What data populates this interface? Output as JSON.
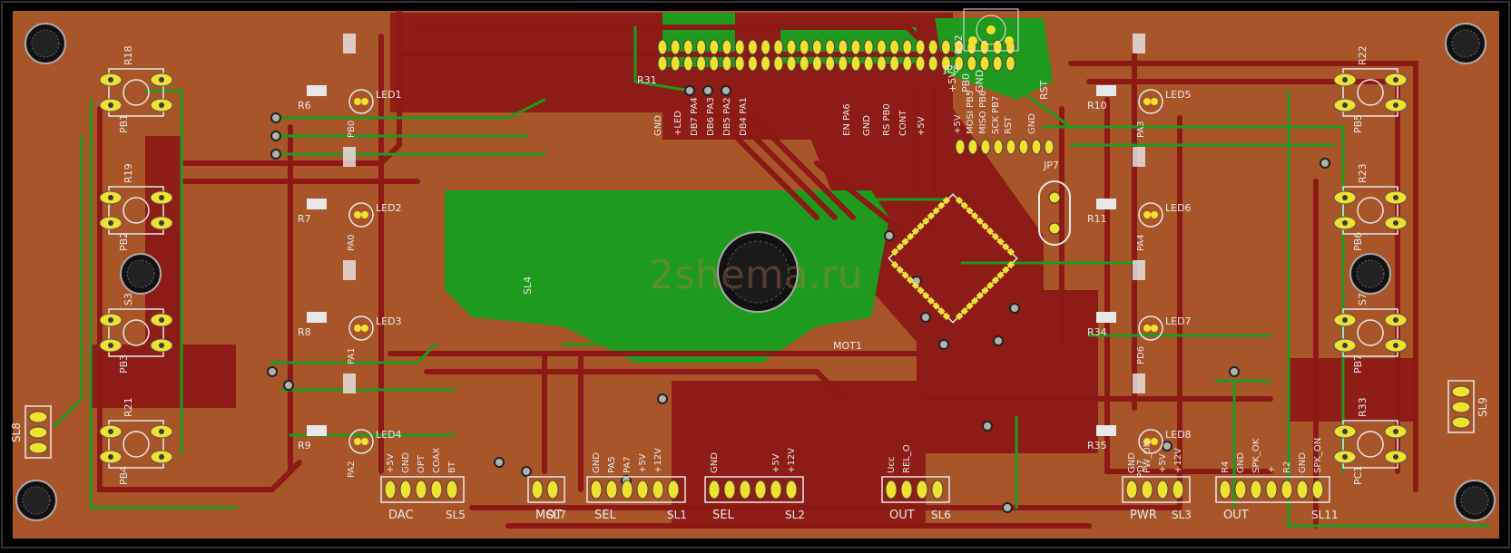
{
  "colors": {
    "background": "#000000",
    "board": "#a8552a",
    "board_dark": "#8a3a1c",
    "copper_top": "#8b1a14",
    "copper_bottom": "#1e9a1e",
    "silk": "#e8e8e8",
    "pad": "#f0e030",
    "pad_hole": "#3a3a3a",
    "via": "#b0b0b0"
  },
  "watermark": "2shema.ru",
  "buttons": [
    {
      "name": "PB1",
      "ref": "R18"
    },
    {
      "name": "PB2",
      "ref": "R19"
    },
    {
      "name": "PB3",
      "ref": "S3"
    },
    {
      "name": "PB4",
      "ref": "R21"
    },
    {
      "name": "PB5",
      "ref": "R22"
    },
    {
      "name": "PB6",
      "ref": "R23"
    },
    {
      "name": "PB7",
      "ref": "S7"
    },
    {
      "name": "PC1",
      "ref": "R33"
    }
  ],
  "leds": [
    {
      "name": "LED1",
      "net": "PB0",
      "res": "R6"
    },
    {
      "name": "LED2",
      "net": "PA0",
      "res": "R7"
    },
    {
      "name": "LED3",
      "net": "PA1",
      "res": "R8"
    },
    {
      "name": "LED4",
      "net": "PA2",
      "res": "R9"
    },
    {
      "name": "LED5",
      "net": "PA3",
      "res": "R10"
    },
    {
      "name": "LED6",
      "net": "PA4",
      "res": "R11"
    },
    {
      "name": "LED7",
      "net": "PD6",
      "res": "R34"
    },
    {
      "name": "LED8",
      "net": "PD7",
      "res": "R35"
    }
  ],
  "lcd_header": {
    "ref": "R31",
    "labels": [
      "GND",
      "+LED",
      "DB7 PA4",
      "DB6 PA3",
      "DB5 PA2",
      "DB4 PA1",
      "EN PA6",
      "GND",
      "RS PB0",
      "CONT",
      "+5V"
    ]
  },
  "isp_header": {
    "ref": "JP8",
    "labels": [
      "+5V",
      "MOSI PB5",
      "MISO PB6",
      "SCK PB7",
      "RST",
      "GND"
    ]
  },
  "crystal": "JP7",
  "misc_labels": [
    "SL4",
    "MOT1",
    "R32",
    "PB0",
    "GND",
    "+5V",
    "RST"
  ],
  "connectors": [
    {
      "name": "SL5",
      "title": "DAC",
      "pins": [
        "+5V",
        "GND",
        "OPT",
        "COAX",
        "BT"
      ]
    },
    {
      "name": "SL7",
      "title": "MOT",
      "pins": [
        "",
        ""
      ]
    },
    {
      "name": "SL1",
      "title": "SEL",
      "pins": [
        "GND",
        "PA5",
        "PA7",
        "+5V",
        "+12V",
        ""
      ]
    },
    {
      "name": "SL2",
      "title": "SEL",
      "pins": [
        "GND",
        "",
        "",
        "",
        "+5V",
        "+12V"
      ]
    },
    {
      "name": "SL6",
      "title": "OUT",
      "pins": [
        "Ucc",
        "REL_O",
        "",
        ""
      ]
    },
    {
      "name": "SL3",
      "title": "PWR",
      "pins": [
        "GND",
        "PW_ON",
        "+5V",
        "+12V"
      ]
    },
    {
      "name": "SL11",
      "title": "OUT",
      "pins": [
        "R4",
        "GND",
        "SPK_OK",
        "+",
        "R2",
        "GND",
        "SPK_ON"
      ]
    },
    {
      "name": "SL8",
      "title": "",
      "pins": [
        "",
        "",
        ""
      ]
    },
    {
      "name": "SL9",
      "title": "",
      "pins": [
        "",
        "",
        ""
      ]
    }
  ],
  "icons": {
    "mount_hole": "mount-hole-icon",
    "button": "tactile-switch-icon",
    "led": "led-icon",
    "crystal": "crystal-icon",
    "mcu": "mcu-chip-icon"
  }
}
